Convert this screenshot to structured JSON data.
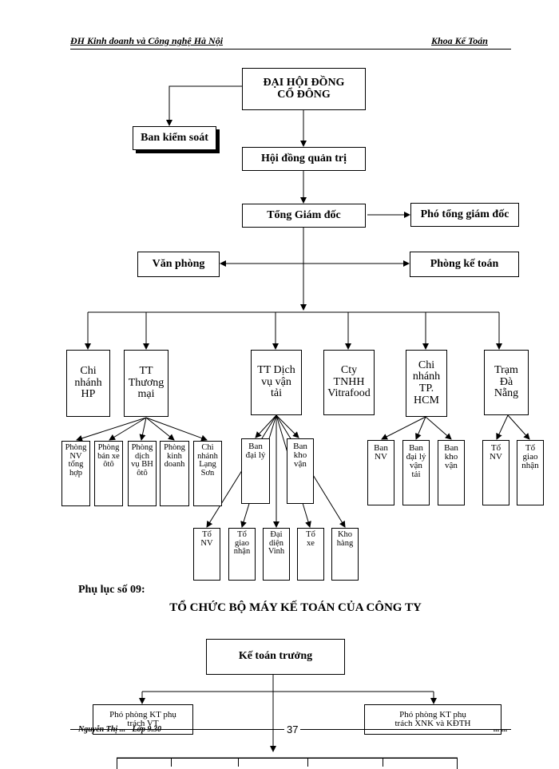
{
  "header": {
    "left": "ĐH Kinh doanh và Công nghệ Hà Nội",
    "right": "Khoa Kế Toán"
  },
  "org_chart": {
    "shareholders": "ĐẠI HỘI ĐỒNG\nCỔ ĐÔNG",
    "supervisory": "Ban kiểm soát",
    "board": "Hội đồng quản trị",
    "ceo": "Tổng Giám đốc",
    "deputy_ceo": "Phó tổng giám đốc",
    "office": "Văn phòng",
    "accounting_dept": "Phòng kế toán",
    "units": {
      "hp": "Chi\nnhánh\nHP",
      "tt_thuong_mai": "TT\nThương\nmại",
      "tt_dich_vu": "TT Dịch\nvụ vận\ntải",
      "vitrafood": "Cty\nTNHH\nVitrafood",
      "hcm": "Chi\nnhánh\nTP.\nHCM",
      "da_nang": "Trạm\nĐà\nNẵng"
    },
    "tm_subs": [
      "Phòng\nNV\ntổng\nhợp",
      "Phòng\nbán xe\nôtô",
      "Phòng\ndịch\nvụ BH\nôtô",
      "Phòng\nkinh\ndoanh",
      "Chi\nnhánh\nLạng\nSơn"
    ],
    "dv_subs": [
      "Ban\nđại lý",
      "Ban\nkho\nvận"
    ],
    "dv_teams": [
      "Tổ\nNV",
      "Tổ\ngiao\nnhận",
      "Đại\ndiện\nVinh",
      "Tổ\nxe",
      "Kho\nhàng"
    ],
    "hcm_subs": [
      "Ban\nNV",
      "Ban\nđại lý\nvận\ntải",
      "Ban\nkho\nvận"
    ],
    "dn_subs": [
      "Tổ\nNV",
      "Tổ\ngiao\nnhận"
    ]
  },
  "appendix": {
    "label": "Phụ lục số 09:",
    "title": "TỔ CHỨC BỘ MÁY KẾ TOÁN CỦA CÔNG TY"
  },
  "accounting_chart": {
    "chief": "Kế toán trưởng",
    "deputy_left": "Phó phòng KT phụ\ntrách VT",
    "deputy_right": "Phó phòng KT phụ\ntrách XNK và KĐTH"
  },
  "footer": {
    "left": "Nguyễn Thị ... - Lớp 9.30",
    "page": "37",
    "right": "... ..."
  }
}
